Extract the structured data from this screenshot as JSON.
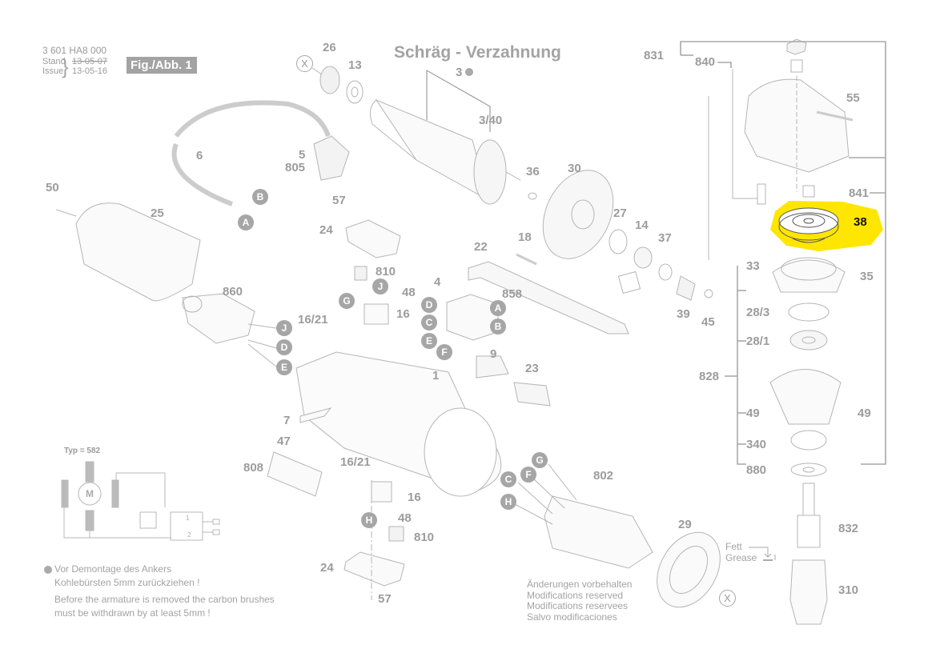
{
  "header": {
    "part_number": "3 601 HA8 000",
    "stand_label": "Stand",
    "issue_label": "Issue",
    "stand_date": "13-05-07",
    "issue_date": "13-05-16",
    "figure_badge": "Fig./Abb. 1"
  },
  "title": "Schräg - Verzahnung",
  "highlight": {
    "part": "38",
    "color": "#ffe600"
  },
  "parts": {
    "p26": "26",
    "p13": "13",
    "p3": "3",
    "p3_40": "3/40",
    "p6": "6",
    "p5": "5",
    "p805": "805",
    "p50": "50",
    "p25": "25",
    "p57a": "57",
    "p24a": "24",
    "p810a": "810",
    "p48a": "48",
    "p16_21a": "16/21",
    "p16a": "16",
    "p860": "860",
    "p22": "22",
    "p18": "18",
    "p4": "4",
    "p858": "858",
    "p36": "36",
    "p30": "30",
    "p27": "27",
    "p14": "14",
    "p37": "37",
    "p39": "39",
    "p45": "45",
    "p9": "9",
    "p1": "1",
    "p23": "23",
    "p7": "7",
    "p47": "47",
    "p808": "808",
    "p16_21b": "16/21",
    "p16b": "16",
    "p48b": "48",
    "p810b": "810",
    "p24b": "24",
    "p57b": "57",
    "p802": "802",
    "p29": "29",
    "p831": "831",
    "p840": "840",
    "p55": "55",
    "p841": "841",
    "p38": "38",
    "p33": "33",
    "p35": "35",
    "p28_3": "28/3",
    "p28_1": "28/1",
    "p828": "828",
    "p49a": "49",
    "p49b": "49",
    "p340": "340",
    "p880": "880",
    "p832": "832",
    "p310": "310"
  },
  "connectors": {
    "A": "A",
    "B": "B",
    "C": "C",
    "D": "D",
    "E": "E",
    "F": "F",
    "G": "G",
    "H": "H",
    "J": "J",
    "X": "X"
  },
  "wiring": {
    "type_label": "Typ = 582",
    "motor_label": "M",
    "switch_1": "1",
    "switch_2": "2"
  },
  "notes": {
    "de_line1": "Vor Demontage des Ankers",
    "de_line2": "Kohlebürsten 5mm zurückziehen !",
    "en_line1": "Before the armature is removed the carbon brushes",
    "en_line2": "must be withdrawn by at least 5mm !"
  },
  "modifications": [
    "Änderungen vorbehalten",
    "Modifications reserved",
    "Modifications reservees",
    "Salvo modificaciones"
  ],
  "grease": {
    "de": "Fett",
    "en": "Grease"
  }
}
